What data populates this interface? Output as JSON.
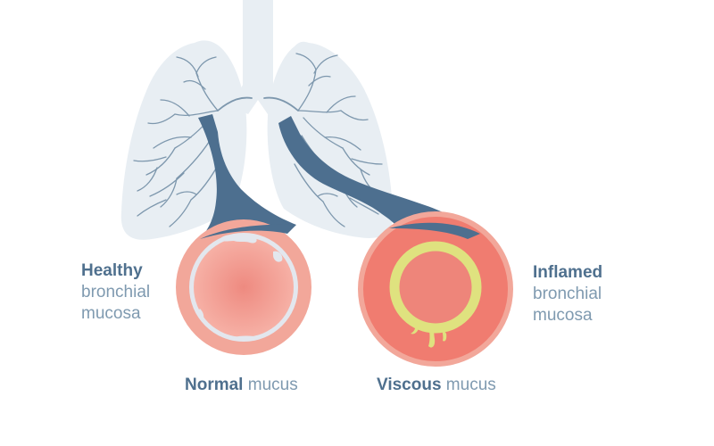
{
  "labels": {
    "healthy": {
      "strong": "Healthy",
      "line2": "bronchial",
      "line3": "mucosa"
    },
    "inflamed": {
      "strong": "Inflamed",
      "line2": "bronchial",
      "line3": "mucosa"
    }
  },
  "captions": {
    "normal": {
      "strong": "Normal",
      "rest": " mucus"
    },
    "viscous": {
      "strong": "Viscous",
      "rest": " mucus"
    }
  },
  "colors": {
    "lung_fill": "#e8eef3",
    "airway_lines": "#7d97ad",
    "bronchus_highlight": "#4d6f8f",
    "mucosa_ring": "#f2a79a",
    "healthy_lumen": "#f29a8e",
    "mucus_normal": "#e3e7ee",
    "mucus_viscous": "#dfe27f",
    "inflamed_fill": "#f07c70",
    "label_strong": "#4f708e",
    "label_light": "#7f9ab0"
  }
}
